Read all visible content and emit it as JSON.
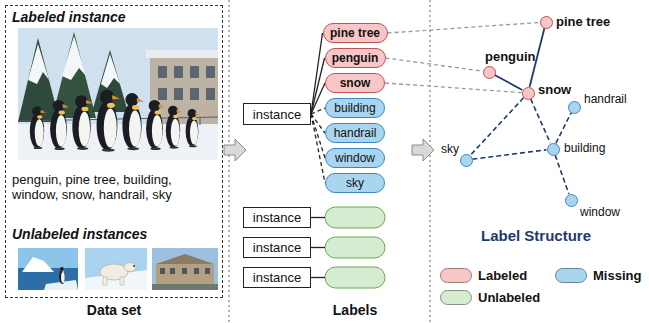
{
  "diagram": {
    "nodes": [
      {
        "text": [
          "Labeled instance",
          "penguin, pine tree, building, window, snow, handrail, sky",
          "Unlabeled instances",
          "Data set"
        ]
      },
      {
        "text": [
          "instance"
        ]
      },
      {
        "text": [
          "pine tree"
        ]
      },
      {
        "text": [
          "penguin"
        ]
      },
      {
        "text": [
          "snow"
        ]
      },
      {
        "text": [
          "building"
        ]
      },
      {
        "text": [
          "handrail"
        ]
      },
      {
        "text": [
          "window"
        ]
      },
      {
        "text": [
          "sky"
        ]
      },
      {
        "text": [
          "instance"
        ]
      },
      {
        "text": [
          "instance"
        ]
      },
      {
        "text": [
          "instance"
        ]
      },
      {
        "text": [
          "pine tree"
        ]
      },
      {
        "text": [
          "penguin"
        ]
      },
      {
        "text": [
          "snow"
        ]
      },
      {
        "text": [
          "handrail"
        ]
      },
      {
        "text": [
          "building"
        ]
      },
      {
        "text": [
          "sky"
        ]
      },
      {
        "text": [
          "window"
        ]
      }
    ],
    "edges": [
      {
        "from": 1,
        "to": 2,
        "arrow": "none"
      },
      {
        "from": 1,
        "to": 3,
        "arrow": "none"
      },
      {
        "from": 1,
        "to": 4,
        "arrow": "none"
      },
      {
        "from": 1,
        "to": 5,
        "arrow": "none"
      },
      {
        "from": 1,
        "to": 6,
        "arrow": "none"
      },
      {
        "from": 1,
        "to": 7,
        "arrow": "none"
      },
      {
        "from": 1,
        "to": 8,
        "arrow": "none"
      },
      {
        "from": 2,
        "to": 12,
        "arrow": "none"
      },
      {
        "from": 3,
        "to": 13,
        "arrow": "none"
      },
      {
        "from": 4,
        "to": 14,
        "arrow": "none"
      },
      {
        "from": 12,
        "to": 14,
        "arrow": "none"
      },
      {
        "from": 13,
        "to": 14,
        "arrow": "none"
      },
      {
        "from": 14,
        "to": 17,
        "arrow": "none"
      },
      {
        "from": 14,
        "to": 16,
        "arrow": "none"
      },
      {
        "from": 16,
        "to": 15,
        "arrow": "none"
      },
      {
        "from": 16,
        "to": 18,
        "arrow": "none"
      },
      {
        "from": 17,
        "to": 16,
        "arrow": "none"
      }
    ],
    "labels": [
      "Labels",
      "Label Structure"
    ],
    "legend": [
      {
        "text": "Labeled",
        "color": "#f7c6c6"
      },
      {
        "text": "Missing",
        "color": "#a9d5ef"
      },
      {
        "text": "Unlabeled",
        "color": "#d5ecd0"
      }
    ]
  }
}
